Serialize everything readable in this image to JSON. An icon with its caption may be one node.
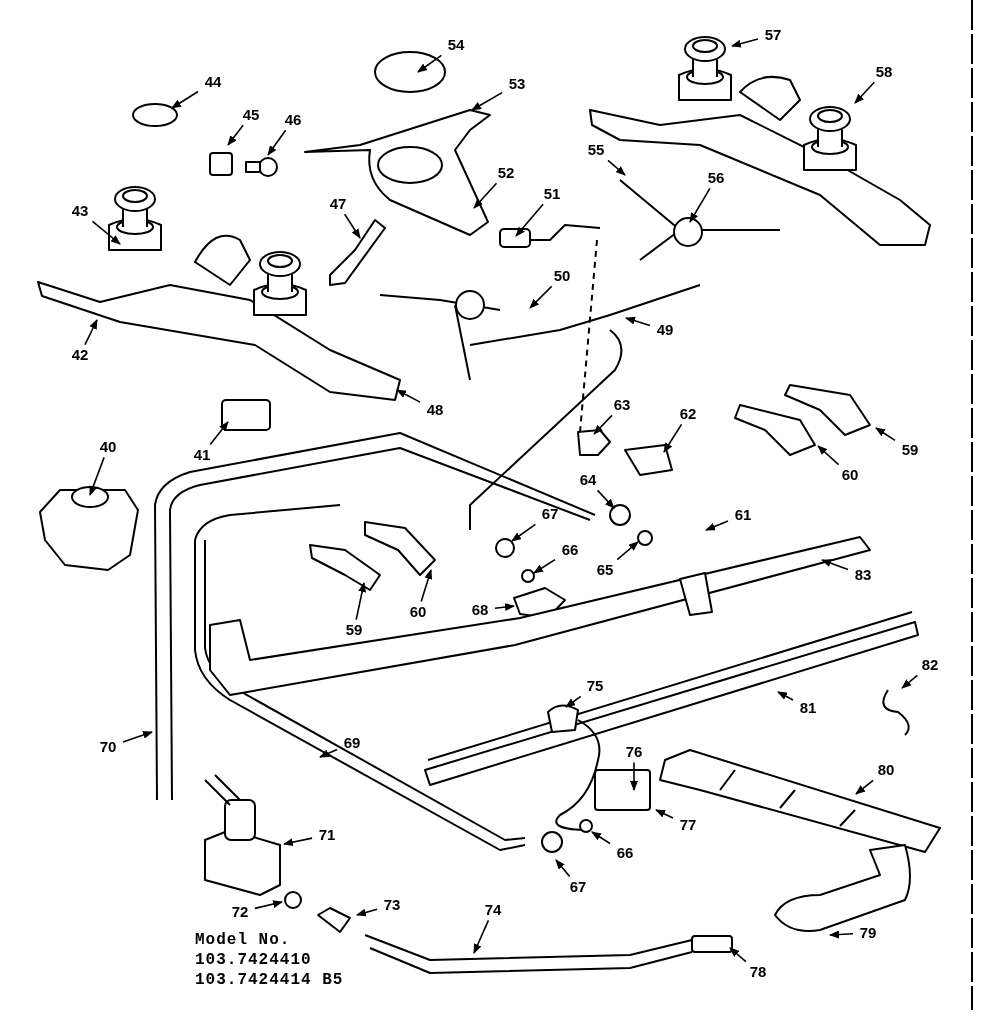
{
  "diagram": {
    "nodes": [
      {
        "text": [
          "54"
        ]
      },
      {
        "text": [
          "57"
        ]
      },
      {
        "text": [
          "58"
        ]
      },
      {
        "text": [
          "44"
        ]
      },
      {
        "text": [
          "53"
        ]
      },
      {
        "text": [
          "45"
        ]
      },
      {
        "text": [
          "46"
        ]
      },
      {
        "text": [
          "55"
        ]
      },
      {
        "text": [
          "52"
        ]
      },
      {
        "text": [
          "56"
        ]
      },
      {
        "text": [
          "47"
        ]
      },
      {
        "text": [
          "51"
        ]
      },
      {
        "text": [
          "43"
        ]
      },
      {
        "text": [
          "50"
        ]
      },
      {
        "text": [
          "49"
        ]
      },
      {
        "text": [
          "42"
        ]
      },
      {
        "text": [
          "63"
        ]
      },
      {
        "text": [
          "48"
        ]
      },
      {
        "text": [
          "62"
        ]
      },
      {
        "text": [
          "40"
        ]
      },
      {
        "text": [
          "59"
        ]
      },
      {
        "text": [
          "41"
        ]
      },
      {
        "text": [
          "60"
        ]
      },
      {
        "text": [
          "64"
        ]
      },
      {
        "text": [
          "61"
        ]
      },
      {
        "text": [
          "67"
        ]
      },
      {
        "text": [
          "66"
        ]
      },
      {
        "text": [
          "65"
        ]
      },
      {
        "text": [
          "83"
        ]
      },
      {
        "text": [
          "60"
        ]
      },
      {
        "text": [
          "59"
        ]
      },
      {
        "text": [
          "68"
        ]
      },
      {
        "text": [
          "82"
        ]
      },
      {
        "text": [
          "75"
        ]
      },
      {
        "text": [
          "81"
        ]
      },
      {
        "text": [
          "70"
        ]
      },
      {
        "text": [
          "69"
        ]
      },
      {
        "text": [
          "76"
        ]
      },
      {
        "text": [
          "80"
        ]
      },
      {
        "text": [
          "77"
        ]
      },
      {
        "text": [
          "71"
        ]
      },
      {
        "text": [
          "66"
        ]
      },
      {
        "text": [
          "67"
        ]
      },
      {
        "text": [
          "73"
        ]
      },
      {
        "text": [
          "72"
        ]
      },
      {
        "text": [
          "74"
        ]
      },
      {
        "text": [
          "79"
        ]
      },
      {
        "text": [
          "78"
        ]
      }
    ],
    "edges": [
      {
        "from": 0,
        "to": null,
        "arrow": "to"
      },
      {
        "from": 1,
        "to": null,
        "arrow": "to"
      },
      {
        "from": 2,
        "to": null,
        "arrow": "to"
      },
      {
        "from": 3,
        "to": null,
        "arrow": "to"
      },
      {
        "from": 4,
        "to": null,
        "arrow": "to"
      },
      {
        "from": 5,
        "to": null,
        "arrow": "to"
      },
      {
        "from": 6,
        "to": null,
        "arrow": "to"
      },
      {
        "from": 7,
        "to": null,
        "arrow": "to"
      },
      {
        "from": 8,
        "to": null,
        "arrow": "to"
      },
      {
        "from": 9,
        "to": null,
        "arrow": "to"
      },
      {
        "from": 10,
        "to": null,
        "arrow": "to"
      },
      {
        "from": 11,
        "to": null,
        "arrow": "to"
      },
      {
        "from": 12,
        "to": null,
        "arrow": "to"
      },
      {
        "from": 13,
        "to": null,
        "arrow": "to"
      },
      {
        "from": 14,
        "to": null,
        "arrow": "to"
      },
      {
        "from": 15,
        "to": null,
        "arrow": "to"
      },
      {
        "from": 16,
        "to": null,
        "arrow": "to"
      },
      {
        "from": 17,
        "to": null,
        "arrow": "to"
      },
      {
        "from": 18,
        "to": null,
        "arrow": "to"
      },
      {
        "from": 19,
        "to": null,
        "arrow": "to"
      },
      {
        "from": 20,
        "to": null,
        "arrow": "to"
      },
      {
        "from": 21,
        "to": null,
        "arrow": "to"
      },
      {
        "from": 22,
        "to": null,
        "arrow": "to"
      },
      {
        "from": 23,
        "to": null,
        "arrow": "to"
      },
      {
        "from": 24,
        "to": null,
        "arrow": "to"
      },
      {
        "from": 25,
        "to": null,
        "arrow": "to"
      },
      {
        "from": 26,
        "to": null,
        "arrow": "to"
      },
      {
        "from": 27,
        "to": null,
        "arrow": "to"
      },
      {
        "from": 28,
        "to": null,
        "arrow": "to"
      },
      {
        "from": 29,
        "to": null,
        "arrow": "to"
      },
      {
        "from": 30,
        "to": null,
        "arrow": "to"
      },
      {
        "from": 31,
        "to": null,
        "arrow": "to"
      },
      {
        "from": 32,
        "to": null,
        "arrow": "to"
      },
      {
        "from": 33,
        "to": null,
        "arrow": "to"
      },
      {
        "from": 34,
        "to": null,
        "arrow": "to"
      },
      {
        "from": 35,
        "to": null,
        "arrow": "to"
      },
      {
        "from": 36,
        "to": null,
        "arrow": "to"
      },
      {
        "from": 37,
        "to": null,
        "arrow": "to"
      },
      {
        "from": 38,
        "to": null,
        "arrow": "to"
      },
      {
        "from": 39,
        "to": null,
        "arrow": "to"
      },
      {
        "from": 40,
        "to": null,
        "arrow": "to"
      },
      {
        "from": 41,
        "to": null,
        "arrow": "to"
      },
      {
        "from": 42,
        "to": null,
        "arrow": "to"
      },
      {
        "from": 43,
        "to": null,
        "arrow": "to"
      },
      {
        "from": 44,
        "to": null,
        "arrow": "to"
      },
      {
        "from": 45,
        "to": null,
        "arrow": "to"
      },
      {
        "from": 46,
        "to": null,
        "arrow": "to"
      },
      {
        "from": 47,
        "to": null,
        "arrow": "to"
      }
    ],
    "labels": [
      "Model No.",
      "103.7424410",
      "103.7424414 B5"
    ]
  }
}
